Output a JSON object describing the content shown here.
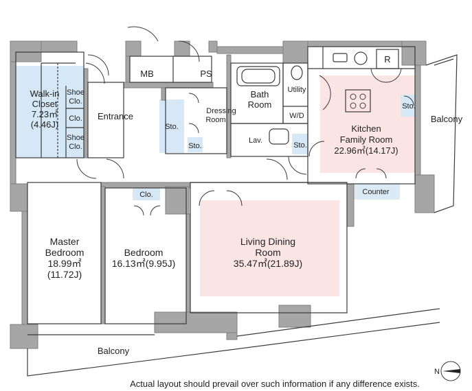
{
  "rooms": {
    "walk_in_closet": {
      "name_line1": "Walk-in",
      "name_line2": "Closet",
      "area_m2": "7.23㎡",
      "area_j": "(4.46J)"
    },
    "shoe_clo_1": {
      "line1": "Shoe",
      "line2": "Clo."
    },
    "clo_small": "Clo.",
    "shoe_clo_2": {
      "line1": "Shoe",
      "line2": "Clo."
    },
    "entrance": "Entrance",
    "mb": "MB",
    "ps": "PS",
    "bath_room": {
      "line1": "Bath",
      "line2": "Room"
    },
    "utility": "Utility",
    "wd": "W/D",
    "dressing_room": {
      "line1": "Dressing",
      "line2": "Room"
    },
    "sto_dressing": "Sto.",
    "sto_small": "Sto.",
    "lav": "Lav.",
    "sto_lav": "Sto.",
    "refrigerator": "R",
    "sto_kitchen": "Sto.",
    "kitchen": {
      "line1": "Kitchen",
      "line2": "Family Room",
      "area": "22.96㎡(14.17J)"
    },
    "balcony_east": "Balcony",
    "counter": "Counter",
    "clo_bedroom": "Clo.",
    "master_bedroom": {
      "line1": "Master",
      "line2": "Bedroom",
      "area_m2": "18.99㎡",
      "area_j": "(11.72J)"
    },
    "bedroom": {
      "line1": "Bedroom",
      "area": "16.13㎡(9.95J)"
    },
    "living_dining": {
      "line1": "Living Dining",
      "line2": "Room",
      "area": "35.47㎡(21.89J)"
    },
    "balcony_south": "Balcony"
  },
  "compass": {
    "label": "N"
  },
  "disclaimer": "Actual layout should prevail over such information if any difference exists.",
  "colors": {
    "wall": "#a6a6a6",
    "wall_dark": "#7f7f7f",
    "line": "#3a3a3a",
    "storage_fill": "#d6e7f5",
    "highlight_fill": "#fbe4e4",
    "counter_fill": "#dceaf6"
  }
}
